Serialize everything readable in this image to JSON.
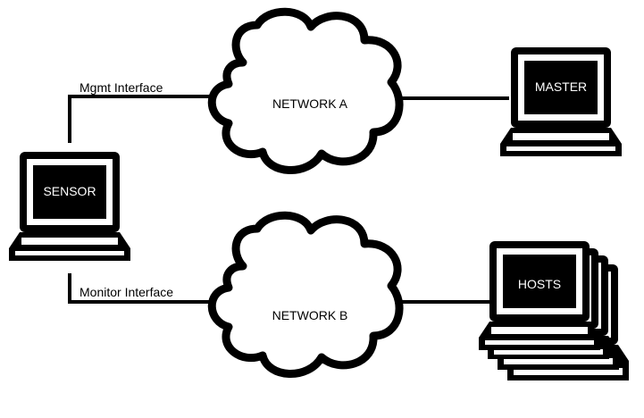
{
  "nodes": {
    "sensor": {
      "label": "SENSOR"
    },
    "master": {
      "label": "MASTER"
    },
    "hosts": {
      "label": "HOSTS"
    },
    "network_a": {
      "label": "NETWORK A"
    },
    "network_b": {
      "label": "NETWORK B"
    }
  },
  "edges": {
    "mgmt": {
      "label": "Mgmt Interface"
    },
    "monitor": {
      "label": "Monitor Interface"
    }
  },
  "colors": {
    "stroke": "#000000",
    "background": "#ffffff",
    "screen_text": "#ffffff"
  },
  "icons": {
    "computer": "laptop-icon",
    "network": "cloud-icon"
  }
}
